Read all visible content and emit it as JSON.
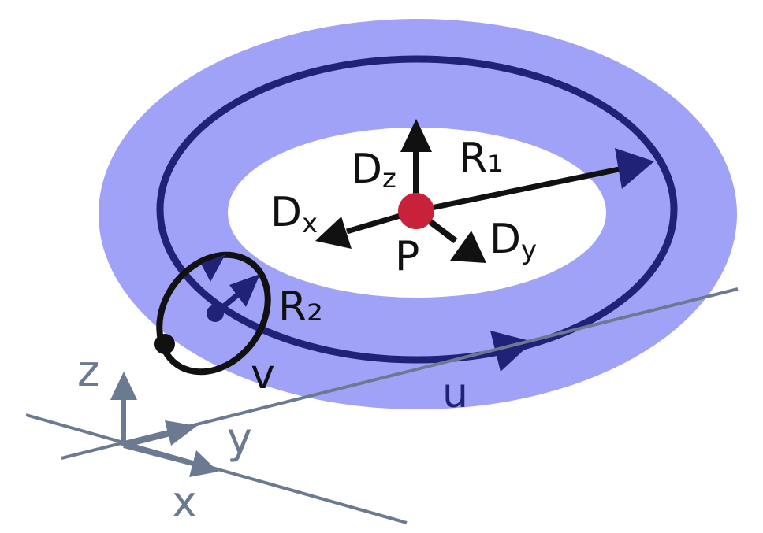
{
  "colors": {
    "torus_fill": "#a0a2f8",
    "hole_fill": "#ffffff",
    "curve_u": "#1f2277",
    "vector": "#111111",
    "point_p": "#c8223a",
    "axes": "#6b7a90"
  },
  "labels": {
    "dz_main": "D",
    "dz_sub": "z",
    "dx_main": "D",
    "dx_sub": "x",
    "dy_main": "D",
    "dy_sub": "y",
    "r1": "R₁",
    "r2": "R₂",
    "p": "P",
    "u": "u",
    "v": "v",
    "axis_x": "x",
    "axis_y": "y",
    "axis_z": "z"
  },
  "icons": {
    "arrow": "triangle-arrowhead",
    "point": "filled-circle"
  }
}
